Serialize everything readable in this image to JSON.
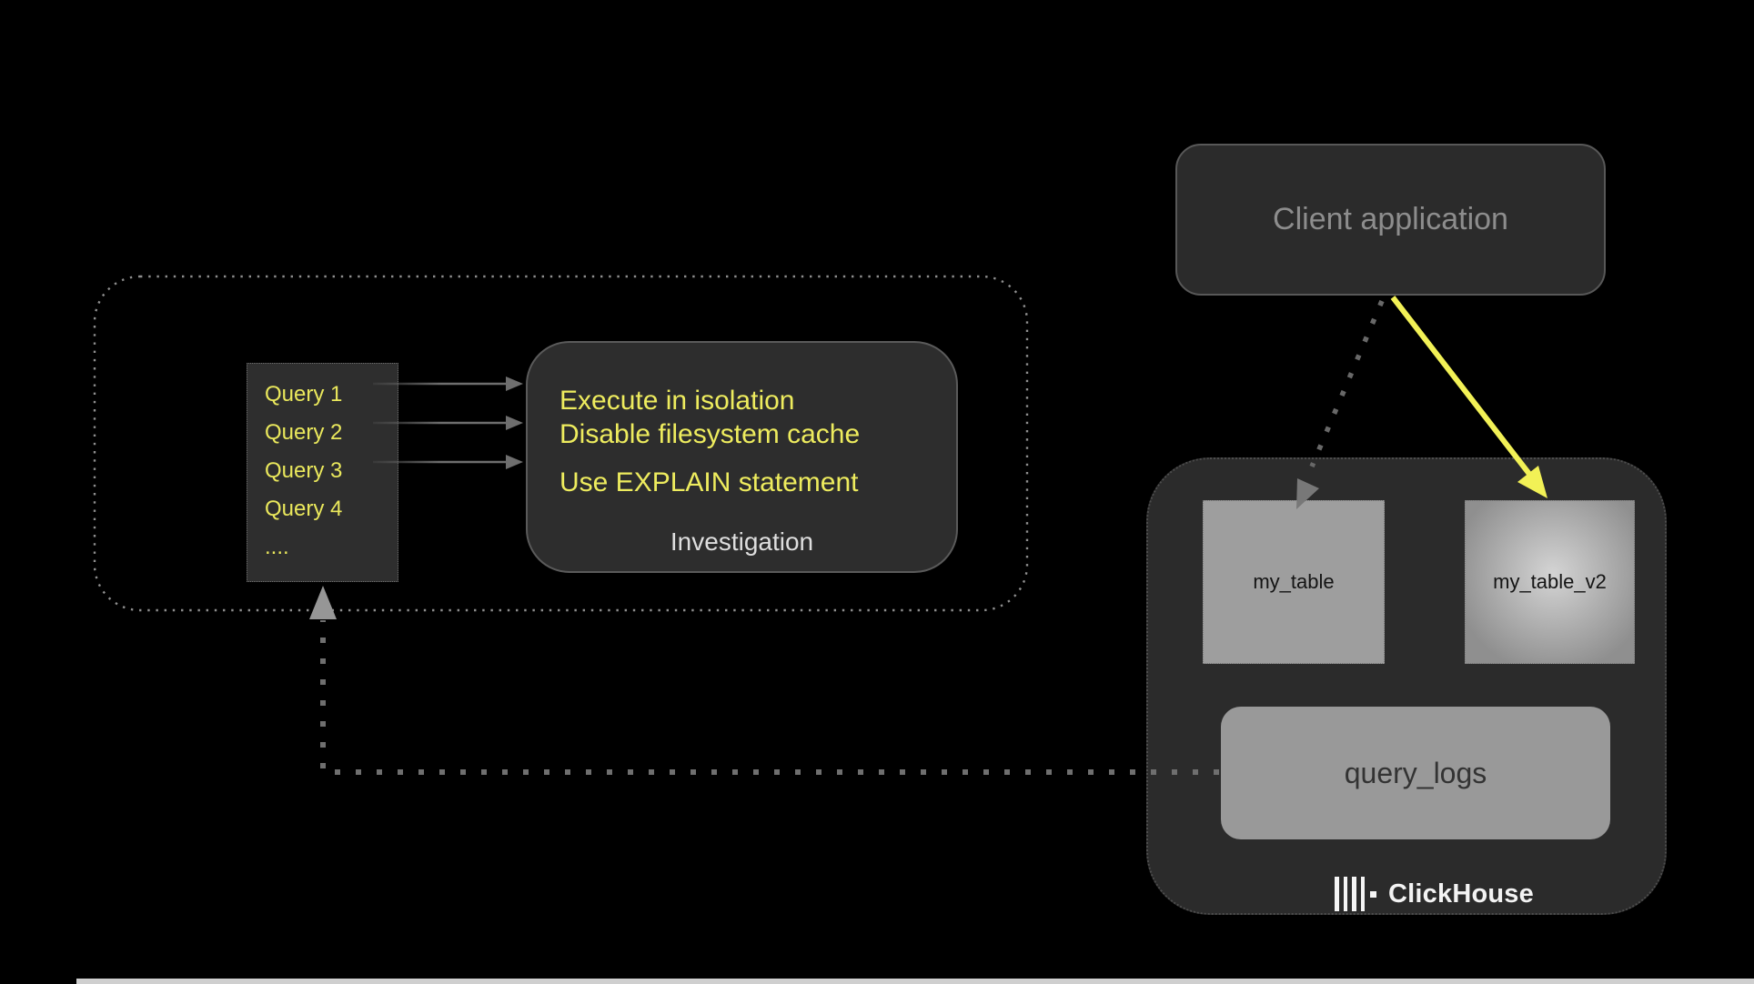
{
  "colors": {
    "background": "#000000",
    "panel_fill": "#2d2d2d",
    "panel_border": "#5a5a5a",
    "accent_yellow_text": "#eeec5e",
    "arrow_yellow": "#f2f156",
    "gray_box_fill": "#9e9e9e",
    "muted_text": "#8d8d8d",
    "dot_line_gray": "#6f6f6f",
    "outline_dotted_gray": "#8f8f8f",
    "brand_white": "#f3f3f3"
  },
  "left_group": {
    "query_list": {
      "items": [
        "Query 1",
        "Query 2",
        "Query 3",
        "Query 4",
        "...."
      ]
    },
    "investigation": {
      "tips": [
        "Execute in isolation",
        "Disable filesystem cache",
        "Use EXPLAIN statement"
      ],
      "caption": "Investigation"
    }
  },
  "client": {
    "label": "Client application"
  },
  "clickhouse": {
    "tables": [
      {
        "label": "my_table"
      },
      {
        "label": "my_table_v2"
      }
    ],
    "logs": {
      "label": "query_logs"
    },
    "brand": "ClickHouse"
  }
}
